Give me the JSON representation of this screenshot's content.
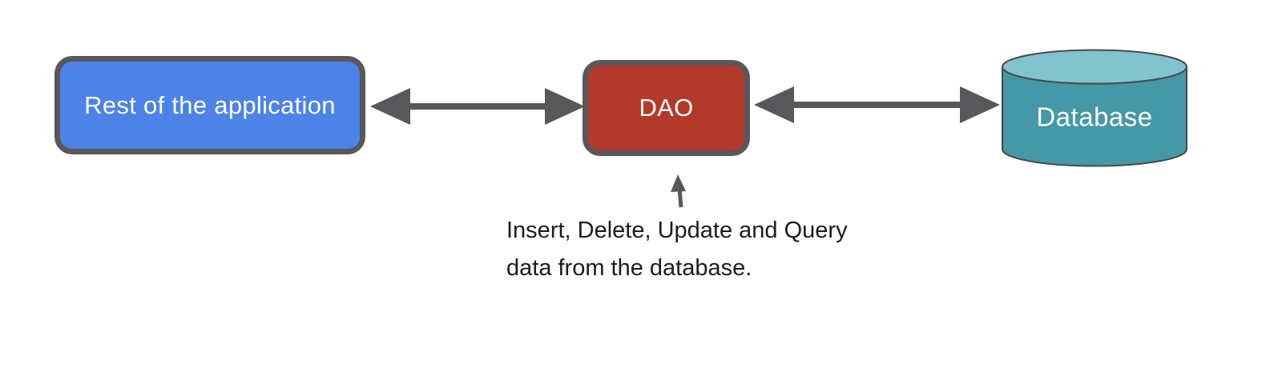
{
  "diagram": {
    "title": "DAO pattern diagram",
    "nodes": {
      "app": {
        "label": "Rest of the application",
        "fill": "#4d83e8",
        "shape": "rounded-rectangle"
      },
      "dao": {
        "label": "DAO",
        "fill": "#b33a2b",
        "shape": "rounded-rectangle"
      },
      "database": {
        "label": "Database",
        "fill_body": "#4598a6",
        "fill_top": "#82c4cd",
        "shape": "cylinder"
      }
    },
    "edges": [
      {
        "from": "app",
        "to": "dao",
        "style": "double-headed-arrow"
      },
      {
        "from": "dao",
        "to": "database",
        "style": "double-headed-arrow"
      }
    ],
    "annotation": {
      "line1": "Insert, Delete, Update and Query",
      "line2": "data from the database.",
      "points_to": "dao"
    },
    "colors": {
      "arrow": "#58585a",
      "box_border": "#58585a",
      "cylinder_border": "#4a4a4a",
      "annotation_text": "#1c1c1c",
      "node_text": "#ffffff",
      "background": "#ffffff"
    }
  }
}
